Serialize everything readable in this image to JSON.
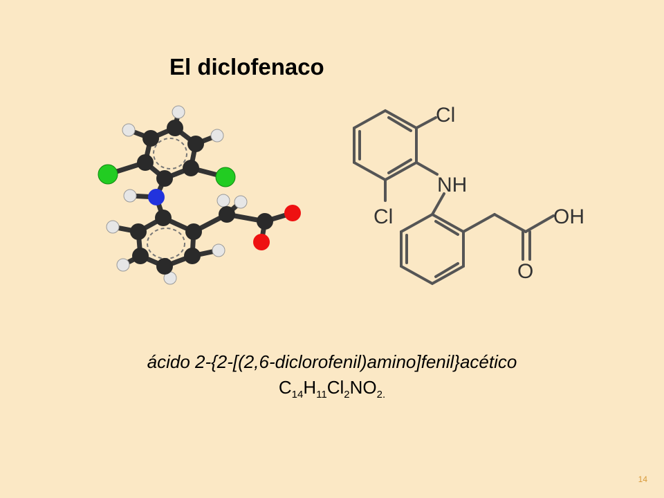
{
  "slide": {
    "title": "El diclofenaco",
    "iupac_name": "ácido 2-{2-[(2,6-diclorofenil)amino]fenil}acético",
    "formula": {
      "parts": [
        {
          "text": "C",
          "sub": "14"
        },
        {
          "text": "H",
          "sub": "11"
        },
        {
          "text": "Cl",
          "sub": "2"
        },
        {
          "text": "N",
          "sub": ""
        },
        {
          "text": "O",
          "sub": "2"
        }
      ],
      "suffix": "."
    },
    "page_number": "14"
  },
  "structure_labels": {
    "cl_top": "Cl",
    "nh": "NH",
    "cl_bottom": "Cl",
    "oh": "OH",
    "o": "O"
  },
  "colors": {
    "background": "#fbe8c5",
    "carbon": "#2a2a2a",
    "hydrogen": "#e8e8e8",
    "chlorine": "#22cc22",
    "nitrogen": "#2233dd",
    "oxygen": "#ee1111",
    "page_number": "#d89a3a"
  }
}
